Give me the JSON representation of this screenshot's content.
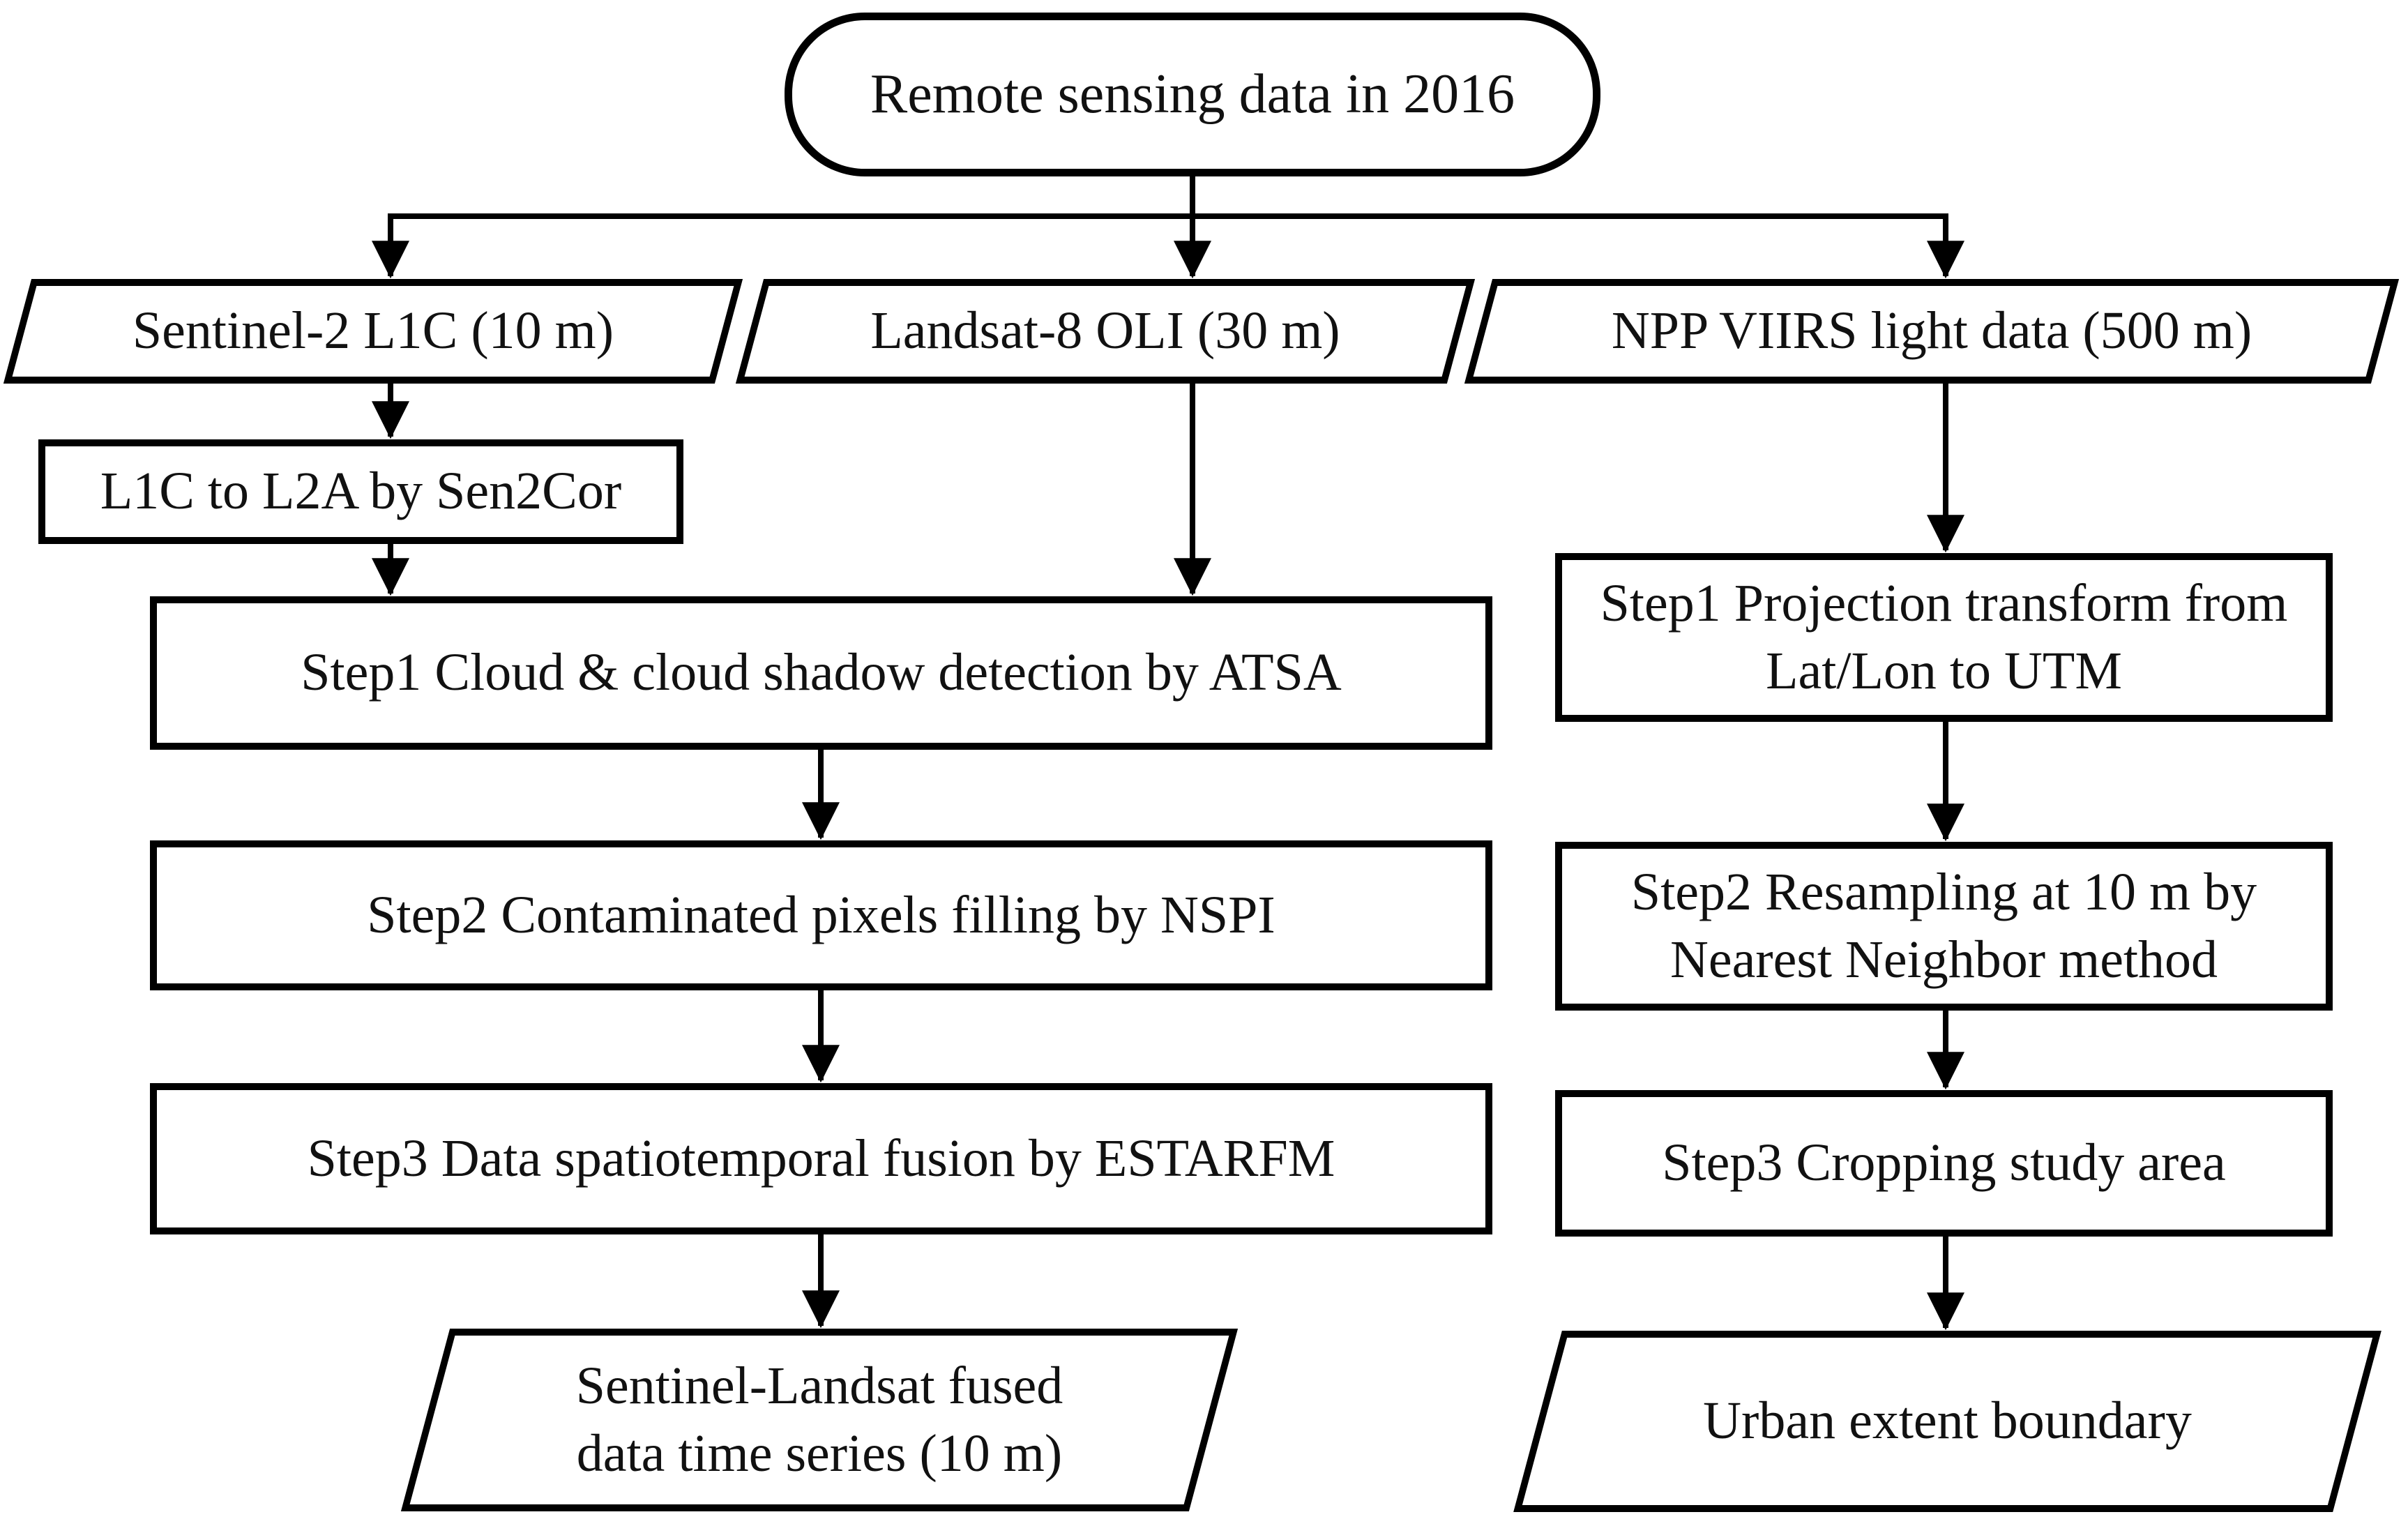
{
  "diagram": {
    "type": "flowchart",
    "colors": {
      "stroke": "#000000",
      "fill": "#ffffff",
      "text": "#111111"
    },
    "source": {
      "label": "Remote sensing data in 2016"
    },
    "inputs": {
      "sentinel": {
        "label": "Sentinel-2 L1C (10 m)"
      },
      "landsat": {
        "label": "Landsat-8 OLI (30 m)"
      },
      "viirs": {
        "label": "NPP VIIRS light data (500 m)"
      }
    },
    "sentinel_landsat_branch": {
      "sen2cor": {
        "label": "L1C to L2A by Sen2Cor"
      },
      "step1": {
        "label": "Step1 Cloud & cloud shadow detection by ATSA"
      },
      "step2": {
        "label": "Step2 Contaminated pixels filling by NSPI"
      },
      "step3": {
        "label": "Step3 Data spatiotemporal fusion by ESTARFM"
      },
      "output": {
        "line1": "Sentinel-Landsat fused",
        "line2": "data time series (10 m)"
      }
    },
    "viirs_branch": {
      "step1": {
        "line1": "Step1 Projection transform from",
        "line2": "Lat/Lon to UTM"
      },
      "step2": {
        "line1": "Step2 Resampling at 10 m by",
        "line2": "Nearest Neighbor method"
      },
      "step3": {
        "label": "Step3 Cropping study area"
      },
      "output": {
        "label": "Urban extent boundary"
      }
    }
  }
}
